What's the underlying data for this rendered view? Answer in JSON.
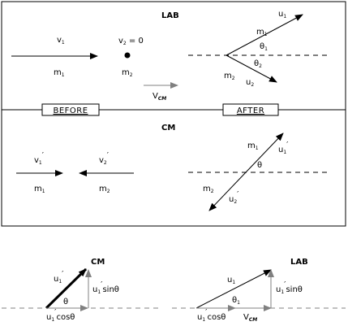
{
  "lab_before": {
    "v1": "v",
    "v1_sub": "1",
    "m1": "m",
    "m1_sub": "1",
    "v2_eq": "v",
    "v2_sub": "2",
    "v2_val": " = 0",
    "m2": "m",
    "m2_sub": "2",
    "vcm": "V",
    "vcm_sub": "CM"
  },
  "lab_after": {
    "title": "LAB",
    "u1": "u",
    "u1_sub": "1",
    "m1": "m",
    "m1_sub": "1",
    "theta1": "θ",
    "theta1_sub": "1",
    "theta2": "θ",
    "theta2_sub": "2",
    "m2": "m",
    "m2_sub": "2",
    "u2": "u",
    "u2_sub": "2"
  },
  "tags": {
    "before": "BEFORE",
    "after": "AFTER"
  },
  "cm_before": {
    "title": "CM",
    "v1p": "v",
    "v1p_sub": "1",
    "prime": "′",
    "v2p": "v",
    "v2p_sub": "2",
    "m1": "m",
    "m1_sub": "1",
    "m2": "m",
    "m2_sub": "2"
  },
  "cm_after": {
    "m1": "m",
    "m1_sub": "1",
    "u1p": "u",
    "u1p_sub": "1",
    "theta": "θ",
    "m2": "m",
    "m2_sub": "2",
    "u2p": "u",
    "u2p_sub": "2"
  },
  "lower_cm": {
    "title": "CM",
    "u1p": "u",
    "u1p_sub": "1",
    "theta": "θ",
    "sin_term": "sinθ",
    "cos_term": "cosθ"
  },
  "lower_lab": {
    "title": "LAB",
    "u1": "u",
    "u1_sub": "1",
    "theta1": "θ",
    "theta1_sub": "1",
    "sin_term": "sinθ",
    "cos_term": "cosθ",
    "vcm": "V",
    "vcm_sub": "CM"
  },
  "colors": {
    "ink": "#000000",
    "gray": "#808080"
  }
}
